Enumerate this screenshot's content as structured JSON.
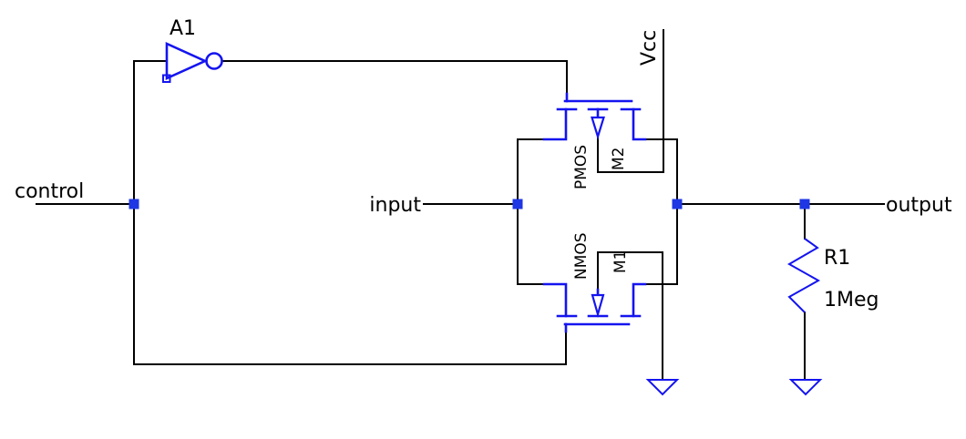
{
  "schematic": {
    "description": "transmission-gate analog switch schematic",
    "colors": {
      "background": "#ffffff",
      "wire": "#000000",
      "symbol_blue": "#1414f0",
      "junction_blue": "#1e36e4",
      "label": "#000000"
    },
    "net_labels": {
      "control": "control",
      "input": "input",
      "output": "output",
      "vcc": "Vcc"
    },
    "components": {
      "inverter": {
        "refdes": "A1",
        "type": "inverter"
      },
      "pmos": {
        "refdes": "M2",
        "type_label": "PMOS"
      },
      "nmos": {
        "refdes": "M1",
        "type_label": "NMOS"
      },
      "resistor": {
        "refdes": "R1",
        "value": "1Meg"
      }
    }
  }
}
